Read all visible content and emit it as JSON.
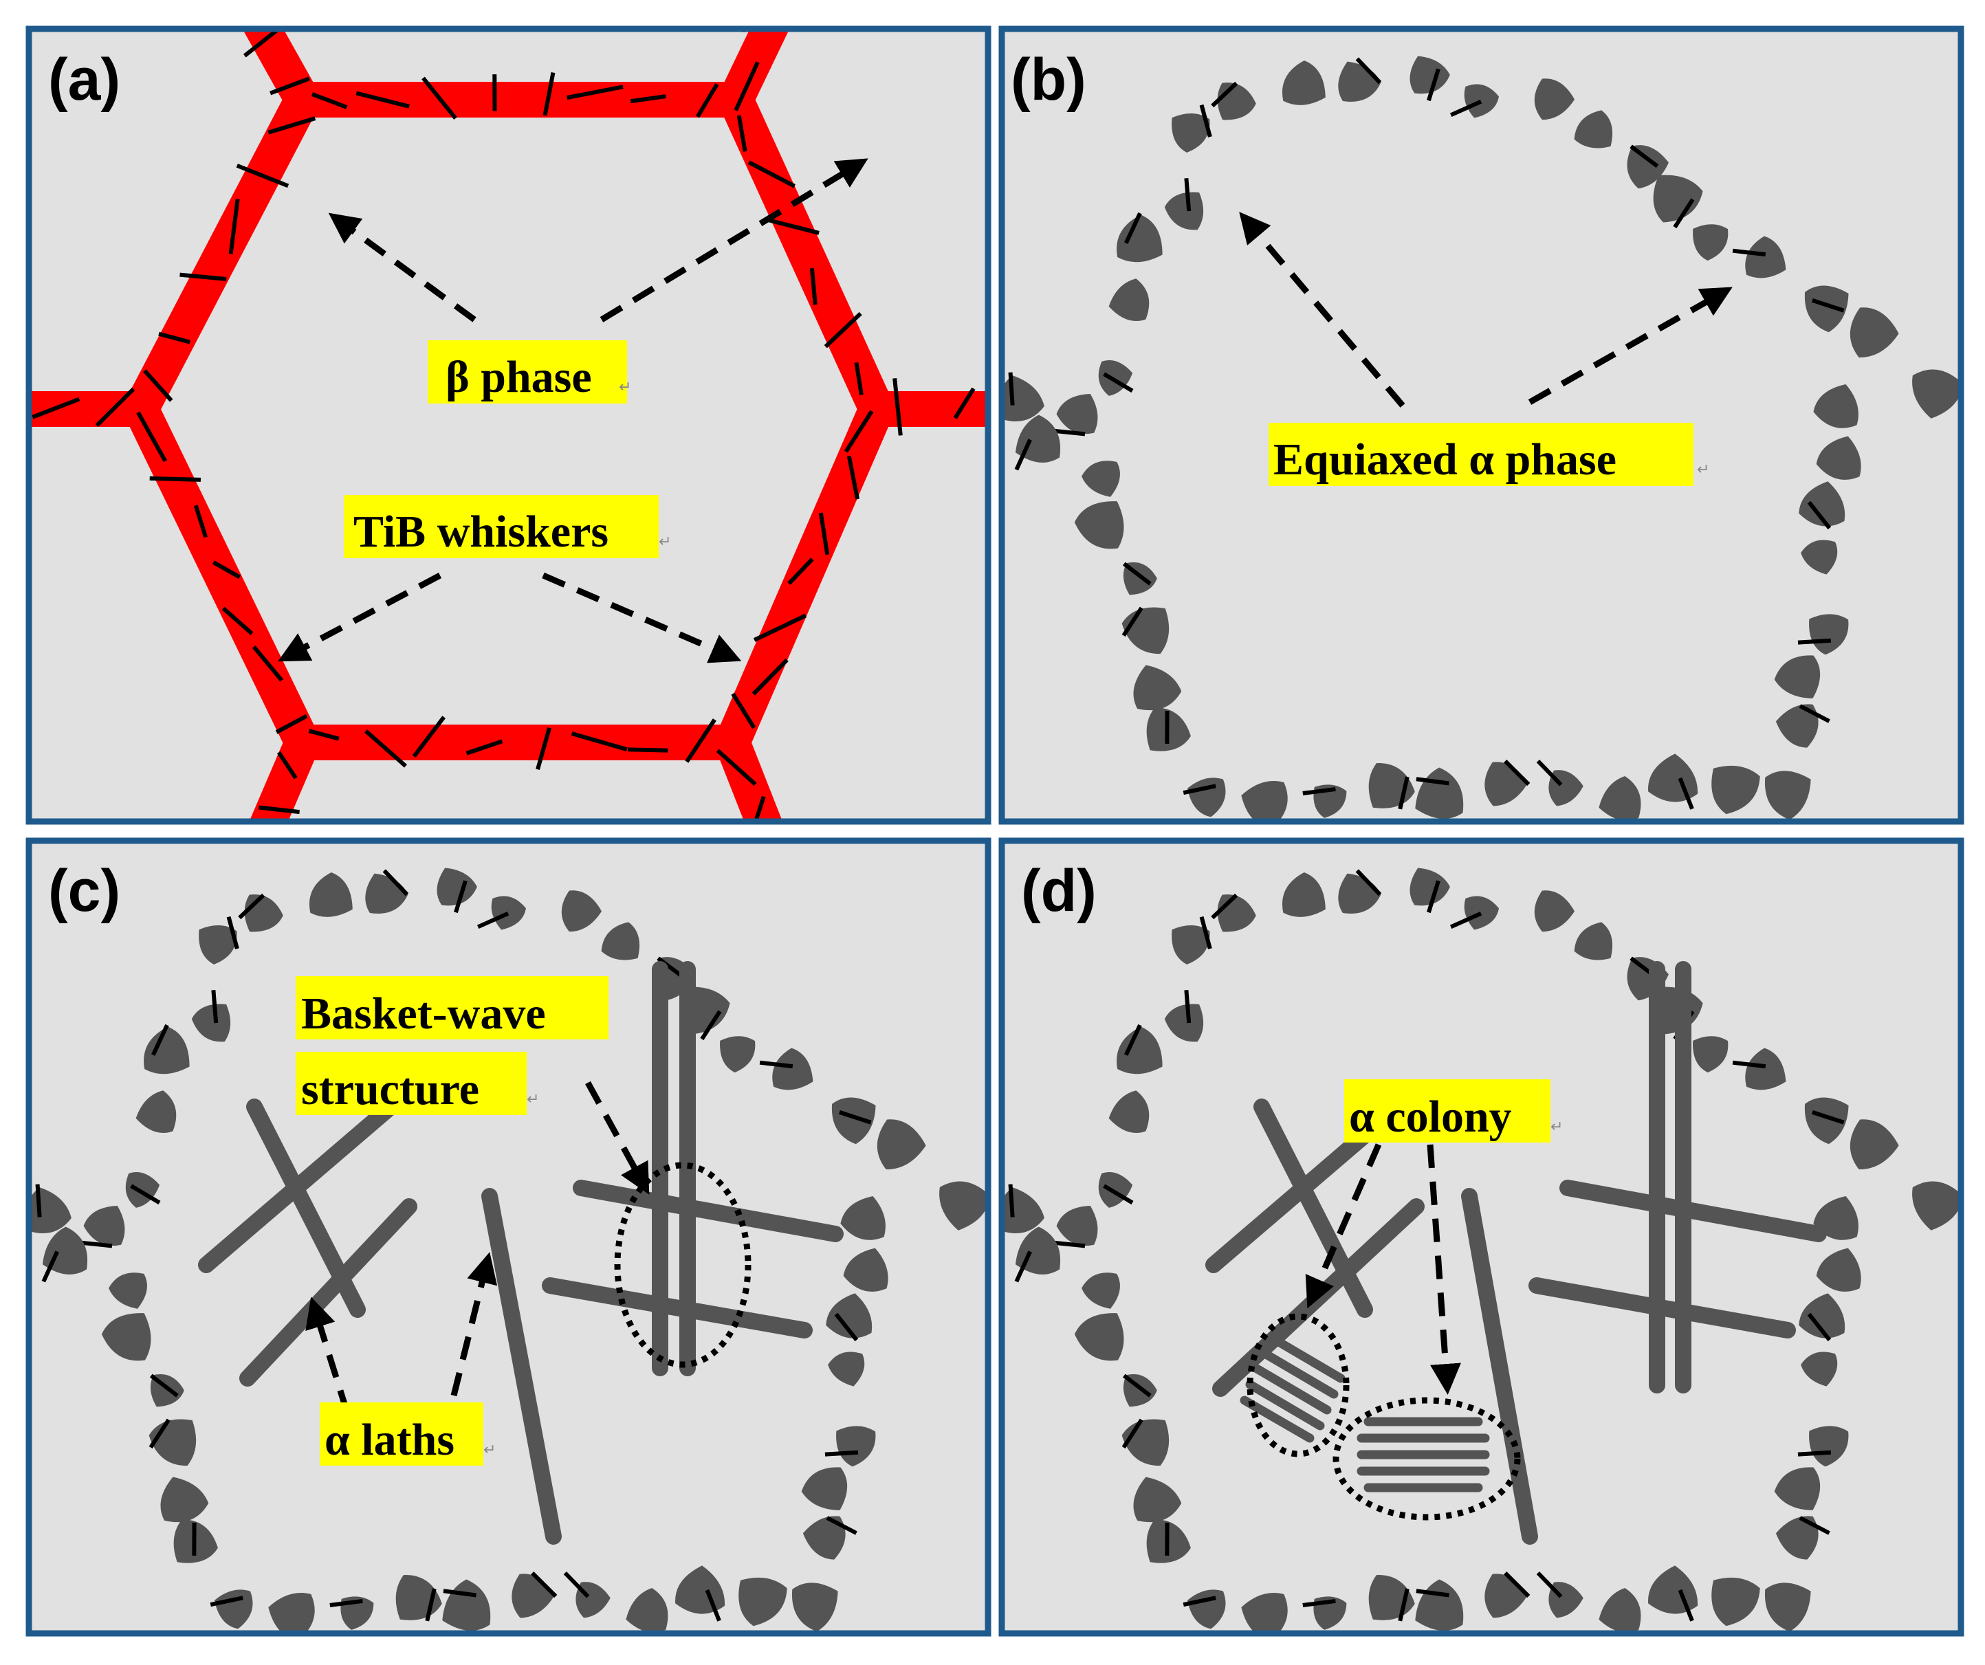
{
  "colors": {
    "background": "#e1e1e1",
    "frame": "#1e5a8c",
    "boundary": "#ff0000",
    "alpha_phase": "#545454",
    "whisker": "#000000",
    "highlight": "#ffff00"
  },
  "return_mark": "↵",
  "panels": [
    {
      "id": "a",
      "letter": "(a)",
      "labels": [
        "β phase",
        "TiB whiskers"
      ]
    },
    {
      "id": "b",
      "letter": "(b)",
      "labels": [
        "Equiaxed α phase"
      ]
    },
    {
      "id": "c",
      "letter": "(c)",
      "labels": [
        "Basket-wave",
        "structure",
        "α laths"
      ]
    },
    {
      "id": "d",
      "letter": "(d)",
      "labels": [
        "α colony"
      ]
    }
  ]
}
